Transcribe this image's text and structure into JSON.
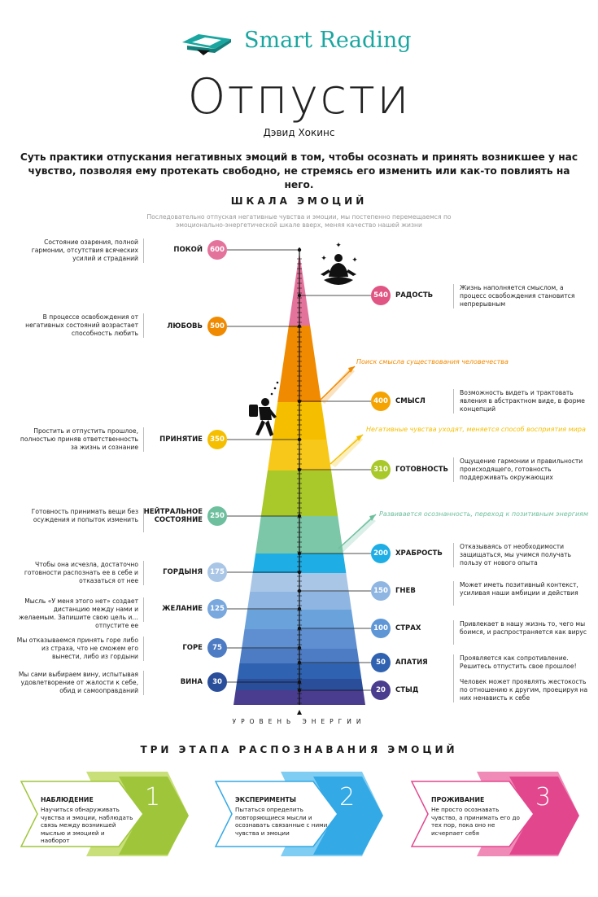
{
  "header": {
    "logo_text": "Smart Reading",
    "title": "Отпусти",
    "author": "Дэвид Хокинс",
    "intro": "Суть практики отпускания негативных эмоций в том, чтобы осознать и принять возникшее у нас чувство, позволяя ему протекать свободно, не стремясь его изменить или как-то повлиять на него."
  },
  "scale": {
    "title": "ШКАЛА ЭМОЦИЙ",
    "subtitle": "Последовательно отпуская негативные чувства и эмоции, мы постепенно перемещаемся по эмоционально-энергетической шкале вверх, меняя качество нашей жизни",
    "axis_label": "УРОВЕНЬ ЭНЕРГИИ",
    "left_levels": [
      {
        "name": "ПОКОЙ",
        "value": "600",
        "color": "#e4739c",
        "desc": "Состояние озарения, полной гармонии, отсутствия всяческих усилий и страданий"
      },
      {
        "name": "ЛЮБОВЬ",
        "value": "500",
        "color": "#f08a00",
        "desc": "В процессе освобождения от негативных состояний возрастает способность любить"
      },
      {
        "name": "ПРИНЯТИЕ",
        "value": "350",
        "color": "#f5bf00",
        "desc": "Простить и отпустить прошлое, полностью приняв ответственность за жизнь и сознание"
      },
      {
        "name": "НЕЙТРАЛЬНОЕ СОСТОЯНИЕ",
        "value": "250",
        "color": "#6dbf9e",
        "desc": "Готовность принимать вещи без осуждения и попыток изменить"
      },
      {
        "name": "ГОРДЫНЯ",
        "value": "175",
        "color": "#aac6e6",
        "desc": "Чтобы она исчезла, достаточно готовности распознать ее в себе и отказаться от нее"
      },
      {
        "name": "ЖЕЛАНИЕ",
        "value": "125",
        "color": "#79a8de",
        "desc": "Мысль «У меня этого нет» создает дистанцию между нами и желаемым. Запишите свою цель и… отпустите ее"
      },
      {
        "name": "ГОРЕ",
        "value": "75",
        "color": "#4e7cc4",
        "desc": "Мы отказываемся принять горе либо из страха, что не сможем его вынести, либо из гордыни"
      },
      {
        "name": "ВИНА",
        "value": "30",
        "color": "#2b4e9b",
        "desc": "Мы сами выбираем вину, испытывая удовлетворение от жалости к себе, обид и самооправданий"
      }
    ],
    "right_levels": [
      {
        "name": "РАДОСТЬ",
        "value": "540",
        "color": "#e05584",
        "desc": "Жизнь наполняется смыслом, а процесс освобождения становится непрерывным"
      },
      {
        "name": "СМЫСЛ",
        "value": "400",
        "color": "#f5a300",
        "desc": "Возможность видеть и трактовать явления в абстрактном виде, в форме концепций"
      },
      {
        "name": "ГОТОВНОСТЬ",
        "value": "310",
        "color": "#a9c829",
        "desc": "Ощущение гармонии и правильности происходящего, готовность поддерживать окружающих"
      },
      {
        "name": "ХРАБРОСТЬ",
        "value": "200",
        "color": "#1eaee5",
        "desc": "Отказываясь от необходимости защищаться, мы учимся получать пользу от нового опыта"
      },
      {
        "name": "ГНЕВ",
        "value": "150",
        "color": "#8fb6e2",
        "desc": "Может иметь позитивный контекст, усиливая наши амбиции и действия"
      },
      {
        "name": "СТРАХ",
        "value": "100",
        "color": "#5f97d6",
        "desc": "Привлекает в нашу жизнь то, чего мы боимся, и распространяется как вирус"
      },
      {
        "name": "АПАТИЯ",
        "value": "50",
        "color": "#2f62b0",
        "desc": "Проявляется как сопротивление. Решитесь отпустить свое прошлое!"
      },
      {
        "name": "СТЫД",
        "value": "20",
        "color": "#4a3d8f",
        "desc": "Человек может проявлять жестокость по отношению к другим, проецируя на них ненависть к себе"
      }
    ],
    "annotations": [
      {
        "text": "Поиск смысла существования человечества",
        "color": "#f08a00"
      },
      {
        "text": "Негативные чувства уходят, меняется способ восприятия мира",
        "color": "#f5bf00"
      },
      {
        "text": "Развивается осознанность, переход к позитивным энергиям",
        "color": "#6dbf9e"
      }
    ]
  },
  "stages": {
    "title": "ТРИ ЭТАПА РАСПОЗНАВАНИЯ ЭМОЦИЙ",
    "items": [
      {
        "title": "НАБЛЮДЕНИЕ",
        "text": "Научиться обнаруживать чувства и эмоции, наблюдать связь между возникшей мыслью и эмоцией и наоборот",
        "num": "1",
        "color": "#9fc63b",
        "light": "#c9e07a"
      },
      {
        "title": "ЭКСПЕРИМЕНТЫ",
        "text": "Пытаться определить повторяющиеся мысли и осознавать связанные с ними чувства и эмоции",
        "num": "2",
        "color": "#33a9e6",
        "light": "#7fcdf2"
      },
      {
        "title": "ПРОЖИВАНИЕ",
        "text": "Не просто осознавать чувство, а принимать его до тех пор, пока оно не исчерпает себя",
        "num": "3",
        "color": "#e2478d",
        "light": "#f08bb8"
      }
    ]
  }
}
